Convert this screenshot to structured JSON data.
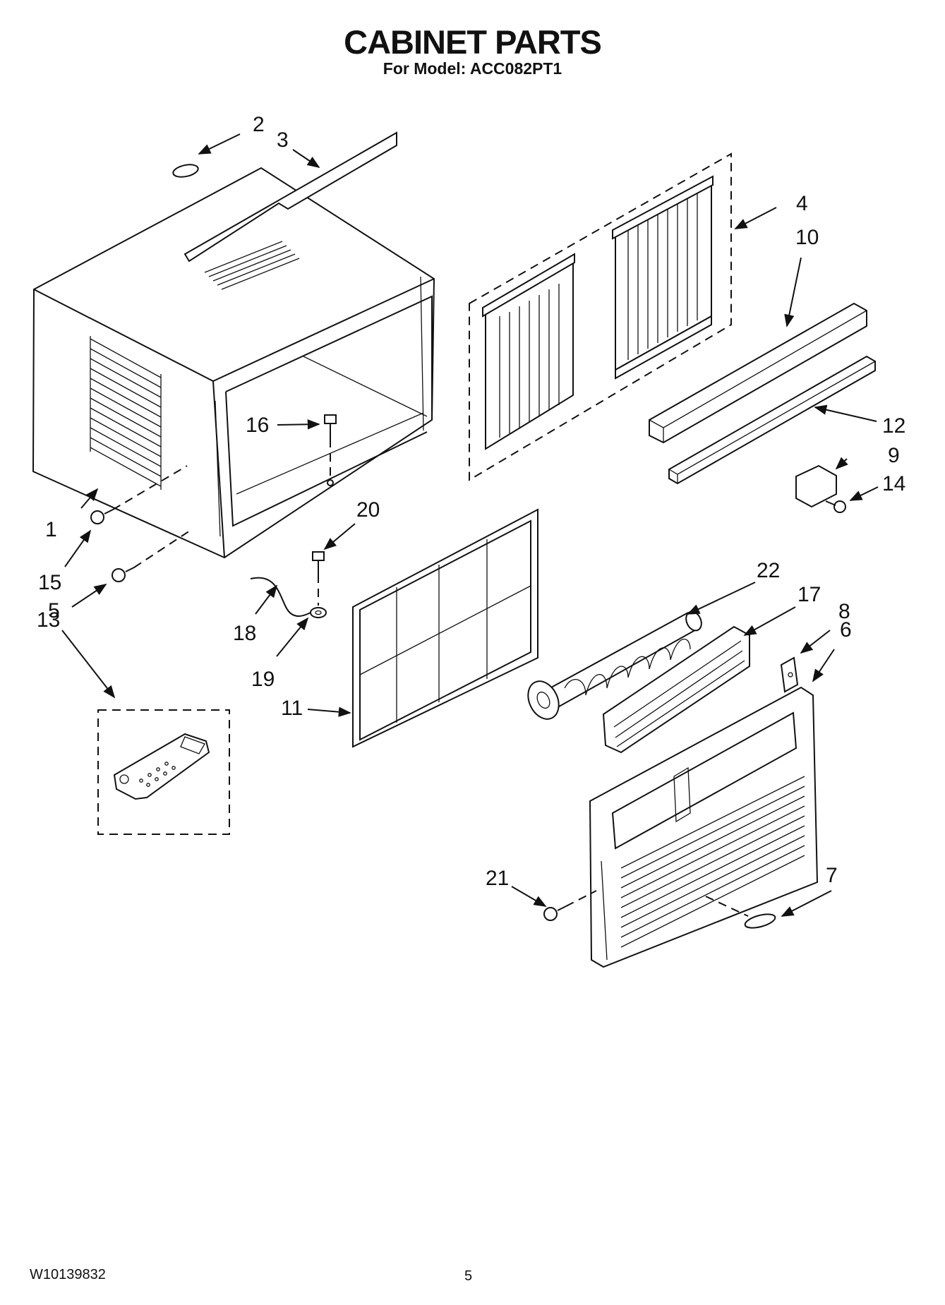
{
  "header": {
    "title": "CABINET PARTS",
    "subtitle": "For Model: ACC082PT1"
  },
  "footer": {
    "doc_number": "W10139832",
    "page_number": "5"
  },
  "callouts": {
    "c1": "1",
    "c2": "2",
    "c3": "3",
    "c4": "4",
    "c5": "5",
    "c6": "6",
    "c7": "7",
    "c8": "8",
    "c9": "9",
    "c10": "10",
    "c11": "11",
    "c12": "12",
    "c13": "13",
    "c14": "14",
    "c15": "15",
    "c16": "16",
    "c17": "17",
    "c18": "18",
    "c19": "19",
    "c20": "20",
    "c21": "21",
    "c22": "22"
  }
}
